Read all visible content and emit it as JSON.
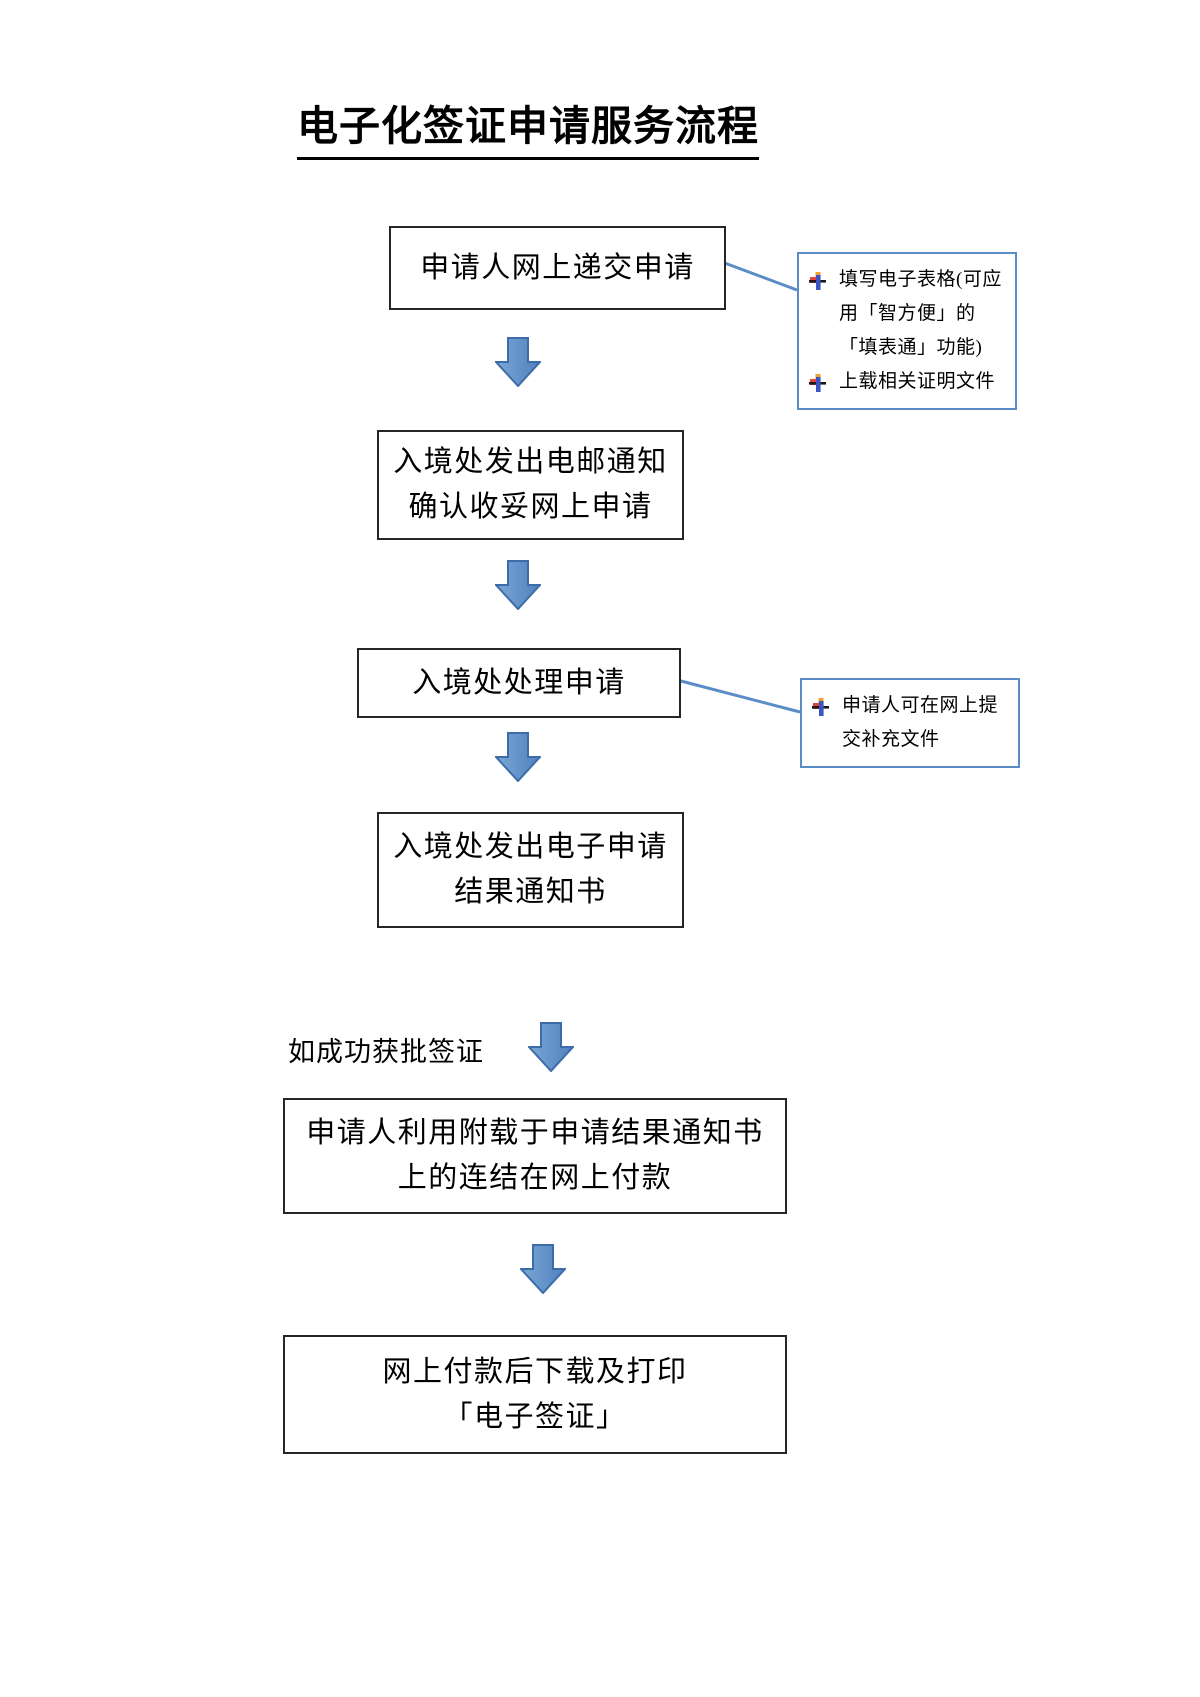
{
  "title": {
    "text": "电子化签证申请服务流程"
  },
  "flow": {
    "boxes": [
      {
        "id": "box1",
        "lines": [
          "申请人网上递交申请"
        ]
      },
      {
        "id": "box2",
        "lines": [
          "入境处发出电邮通知",
          "确认收妥网上申请"
        ]
      },
      {
        "id": "box3",
        "lines": [
          "入境处处理申请"
        ]
      },
      {
        "id": "box4",
        "lines": [
          "入境处发出电子申请",
          "结果通知书"
        ]
      },
      {
        "id": "box5",
        "lines": [
          "申请人利用附载于申请结果通知书",
          "上的连结在网上付款"
        ]
      },
      {
        "id": "box6",
        "lines": [
          "网上付款后下载及打印",
          "「电子签证」"
        ]
      }
    ],
    "branch_label": "如成功获批签证"
  },
  "callouts": [
    {
      "items": [
        "填写电子表格(可应用「智方便」的「填表通」功能)",
        "上载相关证明文件"
      ]
    },
    {
      "items": [
        "申请人可在网上提交补充文件"
      ]
    }
  ],
  "colors": {
    "arrow_fill": "#4f81bd",
    "arrow_fill_light": "#7ba7d7",
    "arrow_stroke": "#3d6da8",
    "callout_border": "#5a8cc8",
    "connector": "#5a8cc8",
    "box_border": "#262626",
    "text": "#000000",
    "bullet_red": "#e04438",
    "bullet_yellow": "#f0a030",
    "bullet_blue": "#3b55c4",
    "bullet_black": "#1a1a1a"
  },
  "icons": {
    "bullet": "multicolor-cross-bullet",
    "arrow": "down-block-arrow"
  }
}
